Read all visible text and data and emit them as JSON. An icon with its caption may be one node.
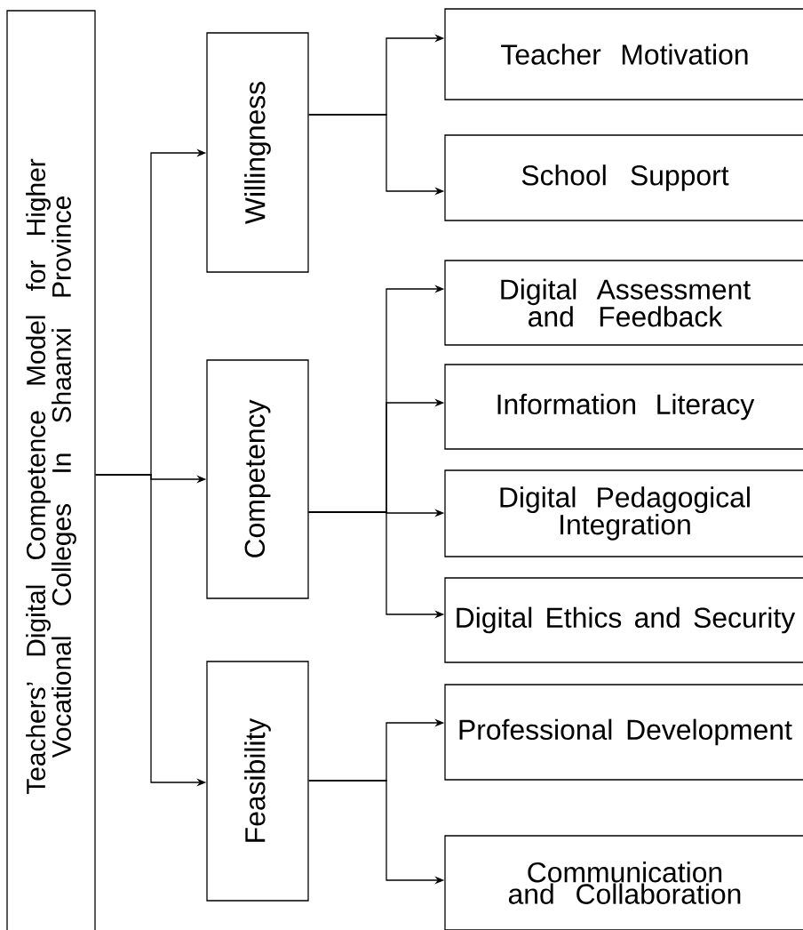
{
  "diagram": {
    "nodes": [
      {
        "text": [
          "Teachers’ Digital Competence Model for Higher Vocational Colleges In Shaanxi Province"
        ]
      },
      {
        "text": [
          "Willingness"
        ]
      },
      {
        "text": [
          "Teacher Motivation"
        ]
      },
      {
        "text": [
          "School Support"
        ]
      },
      {
        "text": [
          "Competency"
        ]
      },
      {
        "text": [
          "Digital Assessment and Feedback"
        ]
      },
      {
        "text": [
          "Information Literacy"
        ]
      },
      {
        "text": [
          "Digital Pedagogical Integration"
        ]
      },
      {
        "text": [
          "Digital Ethics and Security"
        ]
      },
      {
        "text": [
          "Feasibility"
        ]
      },
      {
        "text": [
          "Professional Development"
        ]
      },
      {
        "text": [
          "Communication and Collaboration"
        ]
      }
    ],
    "edges": [
      {
        "from": 0,
        "to": 1,
        "arrow": "to"
      },
      {
        "from": 0,
        "to": 4,
        "arrow": "to"
      },
      {
        "from": 0,
        "to": 9,
        "arrow": "to"
      },
      {
        "from": 1,
        "to": 2,
        "arrow": "to"
      },
      {
        "from": 1,
        "to": 3,
        "arrow": "to"
      },
      {
        "from": 4,
        "to": 5,
        "arrow": "to"
      },
      {
        "from": 4,
        "to": 6,
        "arrow": "to"
      },
      {
        "from": 4,
        "to": 7,
        "arrow": "to"
      },
      {
        "from": 4,
        "to": 8,
        "arrow": "to"
      },
      {
        "from": 9,
        "to": 10,
        "arrow": "to"
      },
      {
        "from": 9,
        "to": 11,
        "arrow": "to"
      }
    ]
  }
}
